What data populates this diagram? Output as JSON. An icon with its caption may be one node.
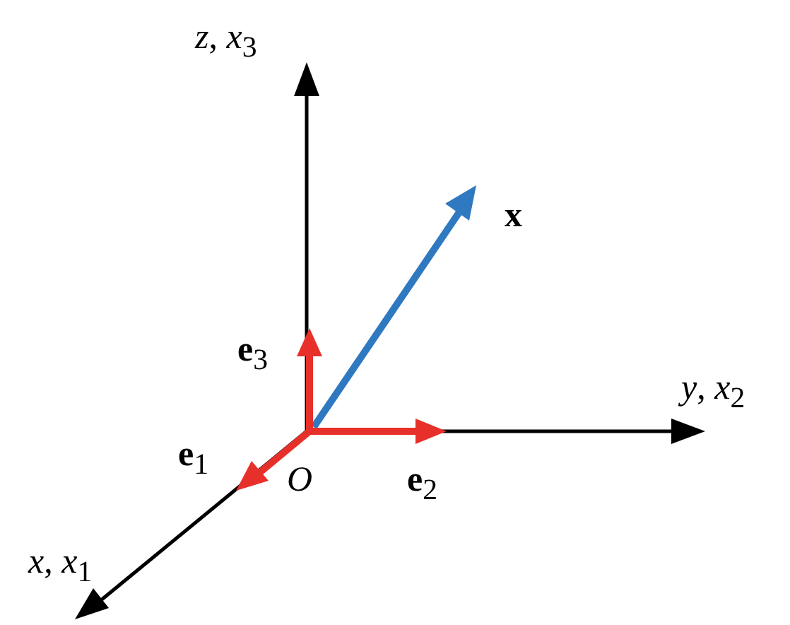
{
  "diagram": {
    "labels": [
      "*z*, *x*$_{3}$",
      "**x**",
      "**e**$_{3}$",
      "*y*, *x*$_{2}$",
      "**e**$_{1}$",
      "*O*",
      "**e**$_{2}$",
      "*x*, *x*$_{1}$"
    ]
  }
}
